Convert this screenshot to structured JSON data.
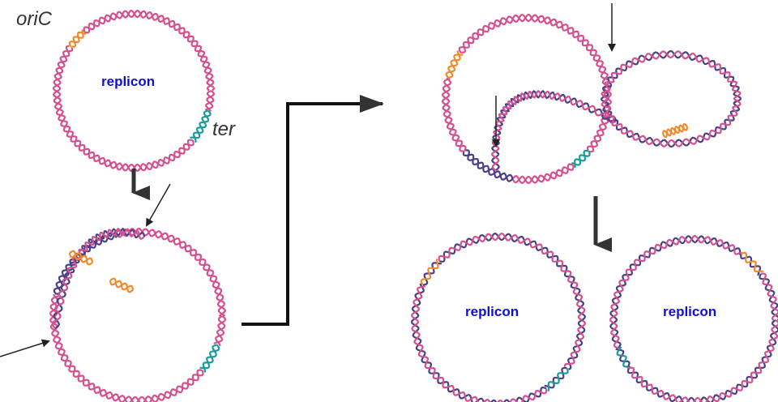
{
  "labels": {
    "origin": "oriC",
    "terminus": "ter",
    "replicon_initial": "replicon",
    "replicon_daughter_left": "replicon",
    "replicon_daughter_right": "replicon"
  },
  "colors": {
    "parental_strand": "#d4508e",
    "new_strand": "#4b3f86",
    "origin_segment": "#f08a2a",
    "terminus_segment": "#1a9a9a",
    "arrow": "#222222",
    "label_blue": "#1010d0"
  }
}
